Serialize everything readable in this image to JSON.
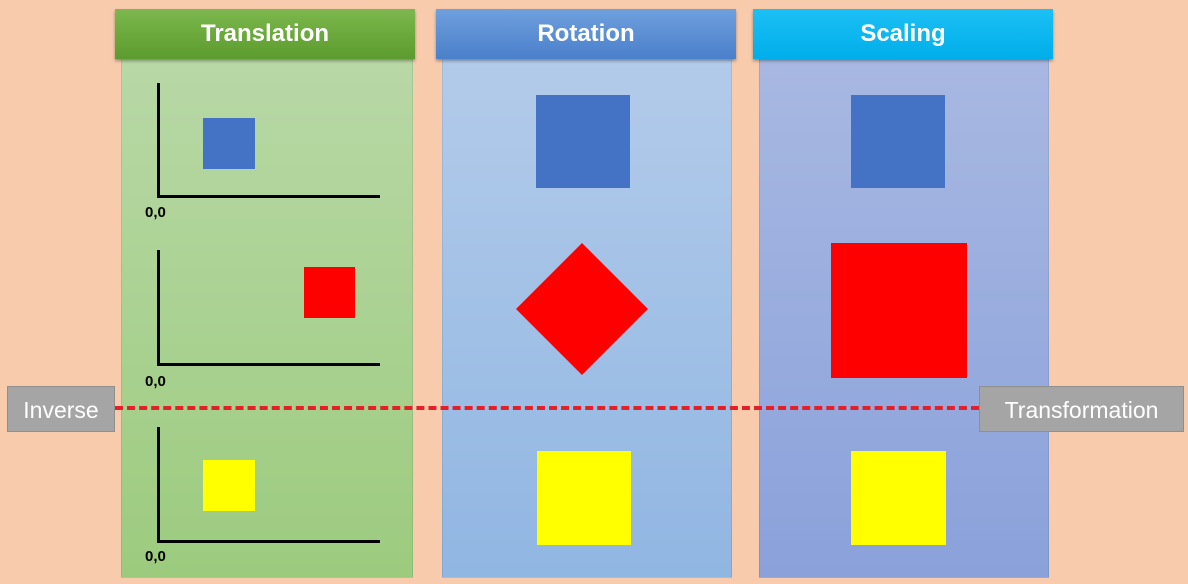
{
  "columns": {
    "translation": {
      "title": "Translation"
    },
    "rotation": {
      "title": "Rotation"
    },
    "scaling": {
      "title": "Scaling"
    }
  },
  "origin_labels": [
    "0,0",
    "0,0",
    "0,0"
  ],
  "side_labels": {
    "left": "Inverse",
    "right": "Transformation"
  },
  "colors": {
    "background": "#f8cbad",
    "blue_shape": "#4472c4",
    "red_shape": "#ff0000",
    "yellow_shape": "#ffff00",
    "divider": "#e3202a"
  }
}
